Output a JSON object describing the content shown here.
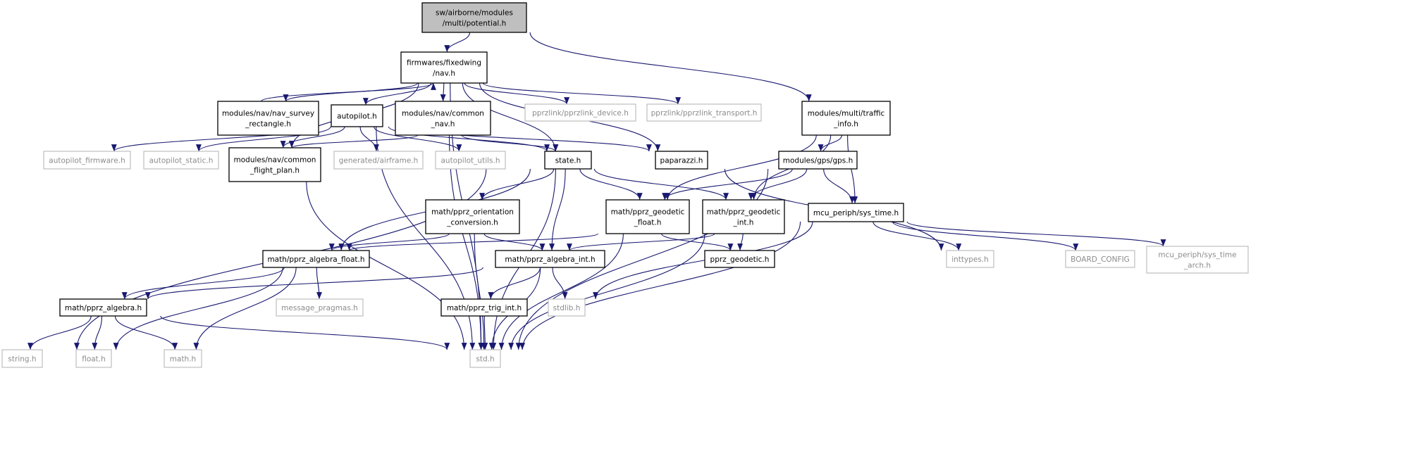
{
  "graph": {
    "edge_color": "#191970",
    "root_fill": "#bfbfbf",
    "external_border": "#bfbfbf",
    "external_text": "#8c8c8c",
    "nodes": [
      {
        "id": "potential",
        "lines": [
          "sw/airborne/modules",
          "/multi/potential.h"
        ],
        "kind": "root"
      },
      {
        "id": "nav",
        "lines": [
          "firmwares/fixedwing",
          "/nav.h"
        ],
        "kind": "local"
      },
      {
        "id": "nav_survey",
        "lines": [
          "modules/nav/nav_survey",
          "_rectangle.h"
        ],
        "kind": "local"
      },
      {
        "id": "autopilot",
        "lines": [
          "autopilot.h"
        ],
        "kind": "local"
      },
      {
        "id": "common_nav",
        "lines": [
          "modules/nav/common",
          "_nav.h"
        ],
        "kind": "local"
      },
      {
        "id": "pprzlink_device",
        "lines": [
          "pprzlink/pprzlink_device.h"
        ],
        "kind": "external"
      },
      {
        "id": "pprzlink_transport",
        "lines": [
          "pprzlink/pprzlink_transport.h"
        ],
        "kind": "external"
      },
      {
        "id": "traffic_info",
        "lines": [
          "modules/multi/traffic",
          "_info.h"
        ],
        "kind": "local"
      },
      {
        "id": "autopilot_firmware",
        "lines": [
          "autopilot_firmware.h"
        ],
        "kind": "external"
      },
      {
        "id": "autopilot_static",
        "lines": [
          "autopilot_static.h"
        ],
        "kind": "external"
      },
      {
        "id": "common_flight_plan",
        "lines": [
          "modules/nav/common",
          "_flight_plan.h"
        ],
        "kind": "local"
      },
      {
        "id": "airframe",
        "lines": [
          "generated/airframe.h"
        ],
        "kind": "external"
      },
      {
        "id": "autopilot_utils",
        "lines": [
          "autopilot_utils.h"
        ],
        "kind": "external"
      },
      {
        "id": "state",
        "lines": [
          "state.h"
        ],
        "kind": "local"
      },
      {
        "id": "paparazzi",
        "lines": [
          "paparazzi.h"
        ],
        "kind": "local"
      },
      {
        "id": "gps",
        "lines": [
          "modules/gps/gps.h"
        ],
        "kind": "local"
      },
      {
        "id": "orientation",
        "lines": [
          "math/pprz_orientation",
          "_conversion.h"
        ],
        "kind": "local"
      },
      {
        "id": "geodetic_float",
        "lines": [
          "math/pprz_geodetic",
          "_float.h"
        ],
        "kind": "local"
      },
      {
        "id": "geodetic_int",
        "lines": [
          "math/pprz_geodetic",
          "_int.h"
        ],
        "kind": "local"
      },
      {
        "id": "sys_time",
        "lines": [
          "mcu_periph/sys_time.h"
        ],
        "kind": "local"
      },
      {
        "id": "algebra_float",
        "lines": [
          "math/pprz_algebra_float.h"
        ],
        "kind": "local"
      },
      {
        "id": "algebra_int",
        "lines": [
          "math/pprz_algebra_int.h"
        ],
        "kind": "local"
      },
      {
        "id": "pprz_geodetic",
        "lines": [
          "pprz_geodetic.h"
        ],
        "kind": "local"
      },
      {
        "id": "inttypes",
        "lines": [
          "inttypes.h"
        ],
        "kind": "external"
      },
      {
        "id": "board_config",
        "lines": [
          "BOARD_CONFIG"
        ],
        "kind": "external"
      },
      {
        "id": "sys_time_arch",
        "lines": [
          "mcu_periph/sys_time",
          "_arch.h"
        ],
        "kind": "external"
      },
      {
        "id": "algebra",
        "lines": [
          "math/pprz_algebra.h"
        ],
        "kind": "local"
      },
      {
        "id": "message_pragmas",
        "lines": [
          "message_pragmas.h"
        ],
        "kind": "external"
      },
      {
        "id": "trig_int",
        "lines": [
          "math/pprz_trig_int.h"
        ],
        "kind": "local"
      },
      {
        "id": "stdlib",
        "lines": [
          "stdlib.h"
        ],
        "kind": "external"
      },
      {
        "id": "string",
        "lines": [
          "string.h"
        ],
        "kind": "external"
      },
      {
        "id": "float",
        "lines": [
          "float.h"
        ],
        "kind": "external"
      },
      {
        "id": "math",
        "lines": [
          "math.h"
        ],
        "kind": "external"
      },
      {
        "id": "std",
        "lines": [
          "std.h"
        ],
        "kind": "external"
      }
    ],
    "edges": [
      [
        "potential",
        "nav"
      ],
      [
        "potential",
        "traffic_info"
      ],
      [
        "nav",
        "nav_survey"
      ],
      [
        "nav_survey",
        "nav"
      ],
      [
        "nav",
        "autopilot"
      ],
      [
        "nav",
        "common_nav"
      ],
      [
        "nav",
        "pprzlink_device"
      ],
      [
        "nav",
        "pprzlink_transport"
      ],
      [
        "nav",
        "paparazzi"
      ],
      [
        "nav",
        "state"
      ],
      [
        "nav",
        "common_flight_plan"
      ],
      [
        "nav",
        "std"
      ],
      [
        "autopilot",
        "autopilot_firmware"
      ],
      [
        "autopilot",
        "autopilot_static"
      ],
      [
        "autopilot",
        "airframe"
      ],
      [
        "autopilot",
        "autopilot_utils"
      ],
      [
        "autopilot",
        "state"
      ],
      [
        "autopilot",
        "paparazzi"
      ],
      [
        "autopilot",
        "std"
      ],
      [
        "autopilot",
        "common_flight_plan"
      ],
      [
        "common_nav",
        "common_flight_plan"
      ],
      [
        "common_nav",
        "state"
      ],
      [
        "common_nav",
        "std"
      ],
      [
        "common_flight_plan",
        "std"
      ],
      [
        "traffic_info",
        "gps"
      ],
      [
        "traffic_info",
        "geodetic_float"
      ],
      [
        "traffic_info",
        "geodetic_int"
      ],
      [
        "traffic_info",
        "sys_time"
      ],
      [
        "gps",
        "geodetic_float"
      ],
      [
        "gps",
        "geodetic_int"
      ],
      [
        "gps",
        "sys_time"
      ],
      [
        "gps",
        "std"
      ],
      [
        "state",
        "orientation"
      ],
      [
        "state",
        "algebra_float"
      ],
      [
        "state",
        "algebra_int"
      ],
      [
        "state",
        "geodetic_float"
      ],
      [
        "state",
        "geodetic_int"
      ],
      [
        "state",
        "std"
      ],
      [
        "state",
        "string"
      ],
      [
        "paparazzi",
        "inttypes"
      ],
      [
        "orientation",
        "algebra_float"
      ],
      [
        "orientation",
        "algebra_int"
      ],
      [
        "orientation",
        "std"
      ],
      [
        "geodetic_float",
        "algebra_float"
      ],
      [
        "geodetic_float",
        "pprz_geodetic"
      ],
      [
        "geodetic_float",
        "std"
      ],
      [
        "geodetic_int",
        "algebra_int"
      ],
      [
        "geodetic_int",
        "pprz_geodetic"
      ],
      [
        "geodetic_int",
        "std"
      ],
      [
        "sys_time",
        "inttypes"
      ],
      [
        "sys_time",
        "board_config"
      ],
      [
        "sys_time",
        "sys_time_arch"
      ],
      [
        "sys_time",
        "stdlib"
      ],
      [
        "sys_time",
        "std"
      ],
      [
        "algebra_float",
        "algebra"
      ],
      [
        "algebra_float",
        "message_pragmas"
      ],
      [
        "algebra_float",
        "math"
      ],
      [
        "algebra_float",
        "float"
      ],
      [
        "algebra_int",
        "algebra"
      ],
      [
        "algebra_int",
        "trig_int"
      ],
      [
        "algebra_int",
        "stdlib"
      ],
      [
        "algebra_int",
        "std"
      ],
      [
        "algebra",
        "string"
      ],
      [
        "algebra",
        "float"
      ],
      [
        "algebra",
        "math"
      ],
      [
        "algebra",
        "std"
      ],
      [
        "trig_int",
        "std"
      ]
    ]
  }
}
